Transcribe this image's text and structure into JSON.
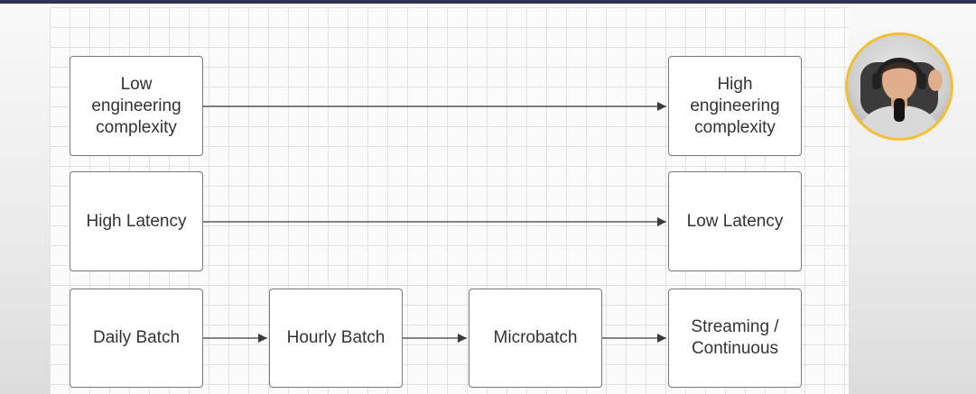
{
  "diagram": {
    "rows": [
      {
        "left": "Low\nengineering\ncomplexity",
        "right": "High\nengineering\ncomplexity"
      },
      {
        "left": "High Latency",
        "right": "Low Latency"
      },
      {
        "steps": [
          "Daily Batch",
          "Hourly Batch",
          "Microbatch",
          "Streaming /\nContinuous"
        ]
      }
    ]
  },
  "colors": {
    "header_bar": "#2e3350",
    "webcam_ring": "#f3c033",
    "arrow": "#3a3a3a",
    "box_border": "#7a7a7a"
  },
  "icons": {
    "presenter": "presenter-webcam-icon"
  }
}
